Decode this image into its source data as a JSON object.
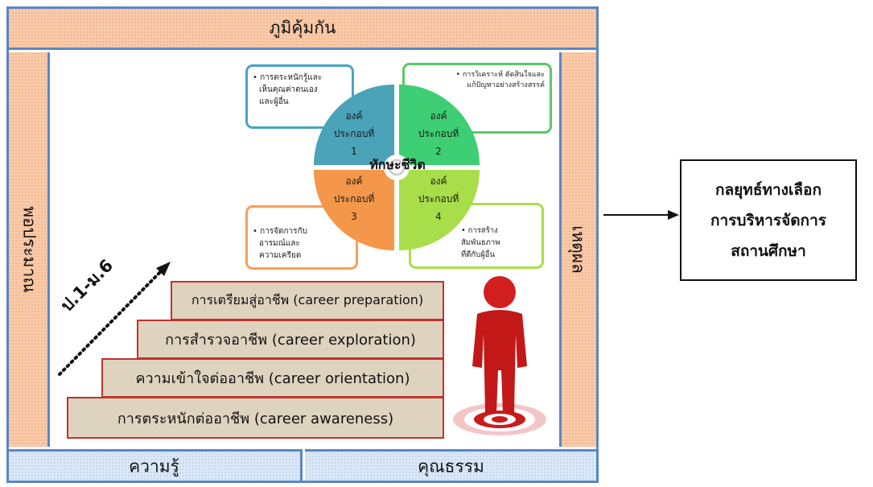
{
  "bands": {
    "top": "ภูมิคุ้มกัน",
    "left": "พอประมาณ",
    "right": "เหตุผล",
    "bottom_left": "ความรู้",
    "bottom_right": "คุณธรรม"
  },
  "wheel": {
    "center": "ทักษะชีวิต",
    "quadrants": [
      {
        "line1": "องค์",
        "line2": "ประกอบที่",
        "num": "1"
      },
      {
        "line1": "องค์",
        "line2": "ประกอบที่",
        "num": "2"
      },
      {
        "line1": "องค์",
        "line2": "ประกอบที่",
        "num": "3"
      },
      {
        "line1": "องค์",
        "line2": "ประกอบที่",
        "num": "4"
      }
    ],
    "colors": {
      "q1": "#4aa3b8",
      "q2": "#3ecf74",
      "q3": "#f4974a",
      "q4": "#a8de4a"
    }
  },
  "callouts": {
    "c1": {
      "l1": "• การตระหนักรู้และ",
      "l2": "เห็นคุณค่าตนเอง",
      "l3": "และผู้อื่น"
    },
    "c2": {
      "l1": "• การวิเคราะห์ ตัดสินใจและ",
      "l2": "แก้ปัญหาอย่างสร้างสรรค์"
    },
    "c3": {
      "l1": "• การจัดการกับ",
      "l2": "อารมณ์และ",
      "l3": "ความเครียด"
    },
    "c4": {
      "l1": "• การสร้างสัมพันธภาพ",
      "l2": "ที่ดีกับผู้อื่น"
    }
  },
  "levels_label": "ป.1-ม.6",
  "stairs": [
    {
      "label": "การเตรียมสู่อาชีพ (career preparation)"
    },
    {
      "label": "การสำรวจอาชีพ (career exploration)"
    },
    {
      "label": "ความเข้าใจต่ออาชีพ (career orientation)"
    },
    {
      "label": "การตระหนักต่ออาชีพ (career awareness)"
    }
  ],
  "strategy": {
    "line1": "กลยุทธ์ทางเลือก",
    "line2": "การบริหารจัดการ",
    "line3": "สถานศึกษา"
  }
}
